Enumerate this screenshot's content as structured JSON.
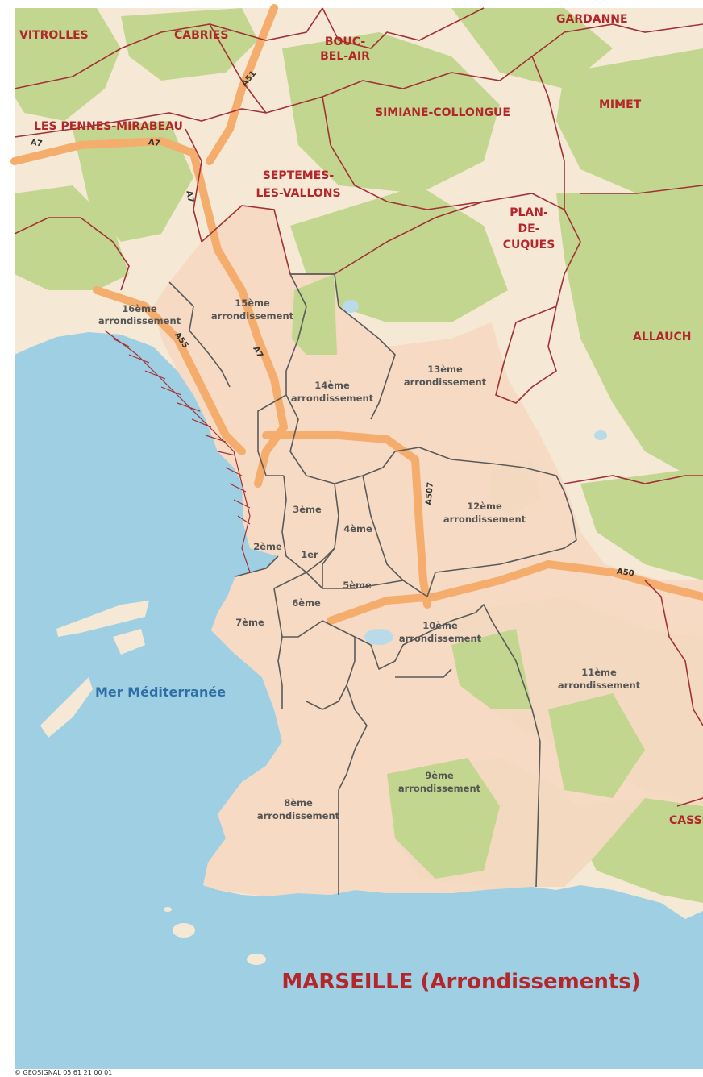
{
  "title": "MARSEILLE (Arrondissements)",
  "sea_label": "Mer Méditerranée",
  "credit": "© GEOSIGNAL 05 61 21 00 01",
  "towns": {
    "vitrolles": "VITROLLES",
    "cabries": "CABRIES",
    "bouc1": "BOUC-",
    "bouc2": "BEL-AIR",
    "gardanne": "GARDANNE",
    "simiane": "SIMIANE-COLLONGUE",
    "mimet": "MIMET",
    "pennes": "LES PENNES-MIRABEAU",
    "septemes1": "SEPTEMES-",
    "septemes2": "LES-VALLONS",
    "plan1": "PLAN-",
    "plan2": "DE-",
    "plan3": "CUQUES",
    "allauch": "ALLAUCH",
    "cassis": "CASSIS"
  },
  "roads": {
    "a51": "A51",
    "a7a": "A7",
    "a7b": "A7",
    "a7c": "A7",
    "a7d": "A7",
    "a55": "A55",
    "a507": "A507",
    "a50": "A50"
  },
  "arrondissements": {
    "a1": "1er",
    "a2": "2ème",
    "a3": "3ème",
    "a4": "4ème",
    "a5": "5ème",
    "a6": "6ème",
    "a7": "7ème",
    "a8_1": "8ème",
    "a8_2": "arrondissement",
    "a9_1": "9ème",
    "a9_2": "arrondissement",
    "a10_1": "10ème",
    "a10_2": "arrondissement",
    "a11_1": "11ème",
    "a11_2": "arrondissement",
    "a12_1": "12ème",
    "a12_2": "arrondissement",
    "a13_1": "13ème",
    "a13_2": "arrondissement",
    "a14_1": "14ème",
    "a14_2": "arrondissement",
    "a15_1": "15ème",
    "a15_2": "arrondissement",
    "a16_1": "16ème",
    "a16_2": "arrondissement"
  },
  "colors": {
    "sea": "#9fcfe3",
    "land": "#f5e9d6",
    "city": "#f6d9c2",
    "forest": "#c2d68f",
    "highway": "#f4ad6c",
    "commune_border": "#a23236",
    "arr_border": "#5a5a5a",
    "label_red": "#b3262b"
  }
}
